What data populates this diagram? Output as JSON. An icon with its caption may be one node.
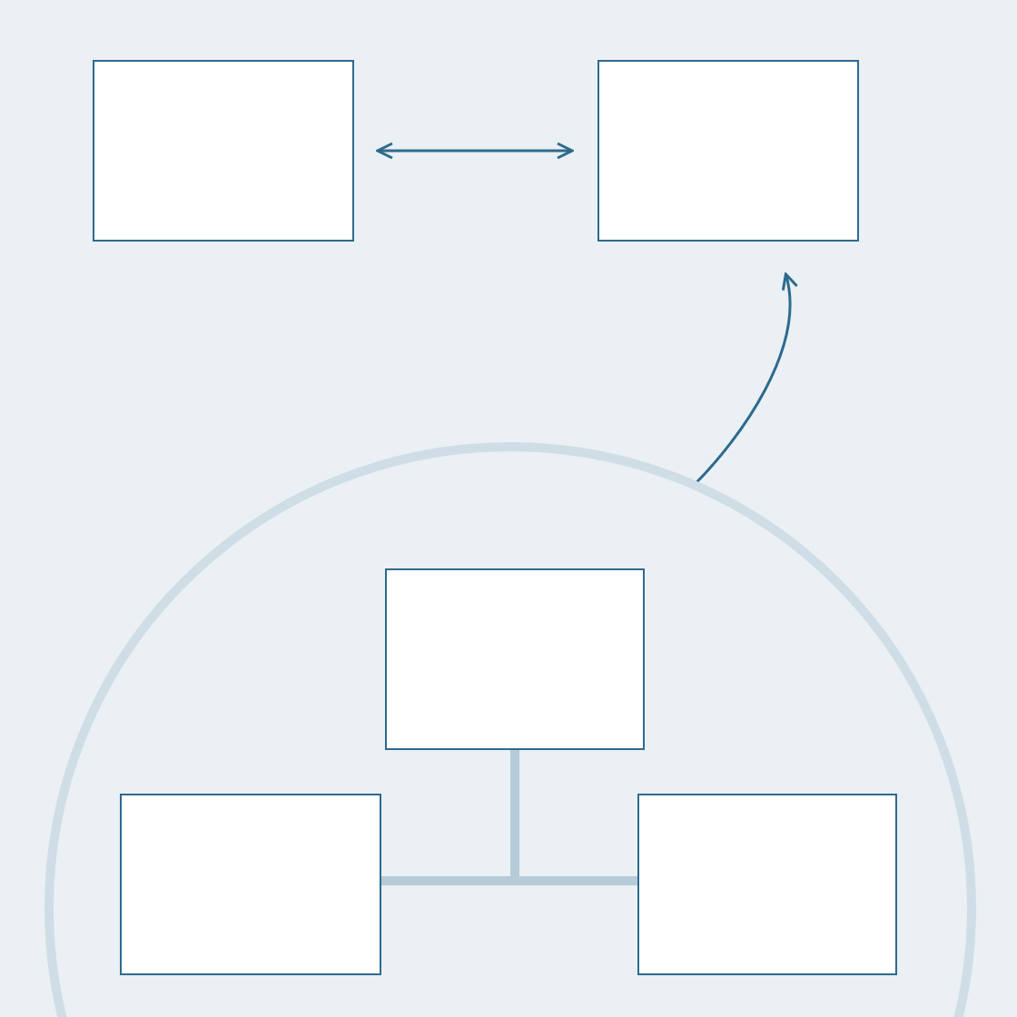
{
  "diagram": {
    "nodes": [
      {
        "text": [],
        "shape": "box"
      },
      {
        "text": [],
        "shape": "box"
      },
      {
        "text": [],
        "shape": "circle"
      },
      {
        "text": [],
        "shape": "box",
        "in": 2
      },
      {
        "text": [],
        "shape": "box",
        "in": 2
      },
      {
        "text": [],
        "shape": "box",
        "in": 2
      }
    ],
    "edges": [
      {
        "from": 0,
        "to": 1,
        "arrow": "both"
      },
      {
        "from": 2,
        "to": 1,
        "arrow": "to"
      },
      {
        "from": 3,
        "to": 4,
        "arrow": "none",
        "style": "thick",
        "color": "#b5cbd8"
      },
      {
        "from": 3,
        "to": 5,
        "arrow": "none",
        "style": "thick",
        "color": "#b5cbd8"
      }
    ]
  }
}
